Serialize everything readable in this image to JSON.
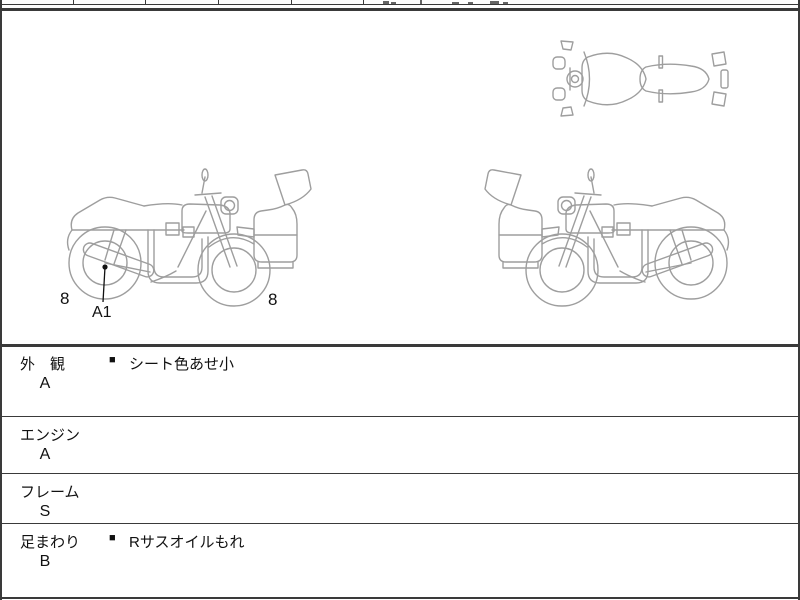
{
  "sheet": {
    "top_row": {
      "cells": [
        "",
        "",
        "",
        "",
        "",
        ""
      ]
    },
    "diagram": {
      "left_bike": "motorcycle left-side view with front fairing",
      "right_bike": "motorcycle right-side view with front fairing",
      "top_view": "motorcycle top view",
      "labels": {
        "left_tire": "8",
        "right_tire": "8",
        "defect": "A1"
      }
    },
    "grades": {
      "rows": [
        {
          "label": "外　観",
          "grade": "A",
          "bullet": "■",
          "note": "シート色あせ小"
        },
        {
          "label": "エンジン",
          "grade": "A",
          "bullet": "",
          "note": ""
        },
        {
          "label": "フレーム",
          "grade": "S",
          "bullet": "",
          "note": ""
        },
        {
          "label": "足まわり",
          "grade": "B",
          "bullet": "■",
          "note": "Rサスオイルもれ"
        }
      ]
    }
  },
  "colors": {
    "border_dark": "#3a3a3a",
    "diagram_line_gray": "#9e9e9e",
    "text": "#111111"
  }
}
